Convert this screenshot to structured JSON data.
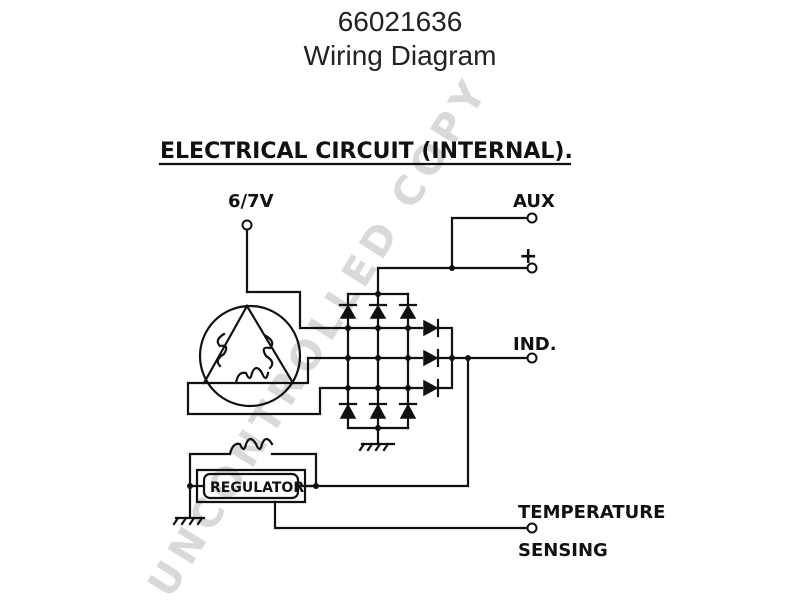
{
  "header": {
    "part_number": "66021636",
    "title": "Wiring Diagram"
  },
  "diagram": {
    "heading": "ELECTRICAL CIRCUIT (INTERNAL).",
    "terminals": {
      "voltage": "6/7V",
      "aux": "AUX",
      "positive": "+",
      "ind": "IND.",
      "temperature_line1": "TEMPERATURE",
      "temperature_line2": "SENSING"
    },
    "regulator_label": "REGULATOR",
    "watermark": "UNCONTROLLED COPY"
  }
}
